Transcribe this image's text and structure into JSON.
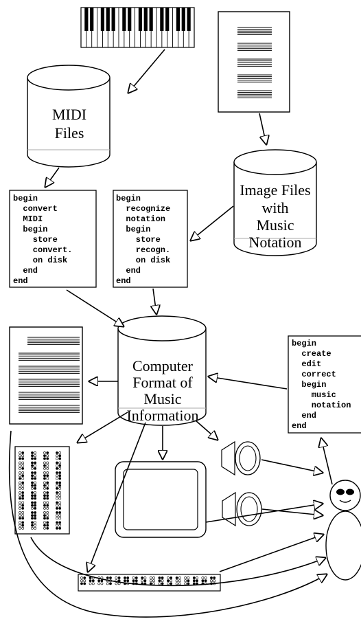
{
  "colors": {
    "ink": "#000000",
    "paper": "#ffffff",
    "cylinder_divider": "#aaaaaa"
  },
  "midi_cylinder": {
    "label_lines": [
      "MIDI",
      "Files"
    ]
  },
  "image_cylinder": {
    "label_lines": [
      "Image Files",
      "with",
      "Music",
      "Notation"
    ]
  },
  "computer_cylinder": {
    "label_lines": [
      "Computer",
      "Format of",
      "Music",
      "Information"
    ]
  },
  "code_convert": {
    "lines": [
      "begin",
      "  convert",
      "  MIDI",
      "  begin",
      "    store",
      "    convert.",
      "    on disk",
      "  end",
      "end"
    ]
  },
  "code_recognize": {
    "lines": [
      "begin",
      "  recognize",
      "  notation",
      "  begin",
      "    store",
      "    recogn.",
      "    on disk",
      "  end",
      "end"
    ]
  },
  "code_edit": {
    "lines": [
      "begin",
      "  create",
      "  edit",
      "  correct",
      "  begin",
      "    music",
      "    notation",
      "  end",
      "end"
    ]
  },
  "icons": {
    "keyboard": "piano-keyboard-icon",
    "sheet_in": "sheet-music-icon",
    "sheet_out": "printed-score-icon",
    "braille_page": "braille-page-icon",
    "braille_line": "braille-display-icon",
    "monitor": "monitor-icon",
    "speaker": "speaker-icon",
    "user": "user-icon"
  }
}
